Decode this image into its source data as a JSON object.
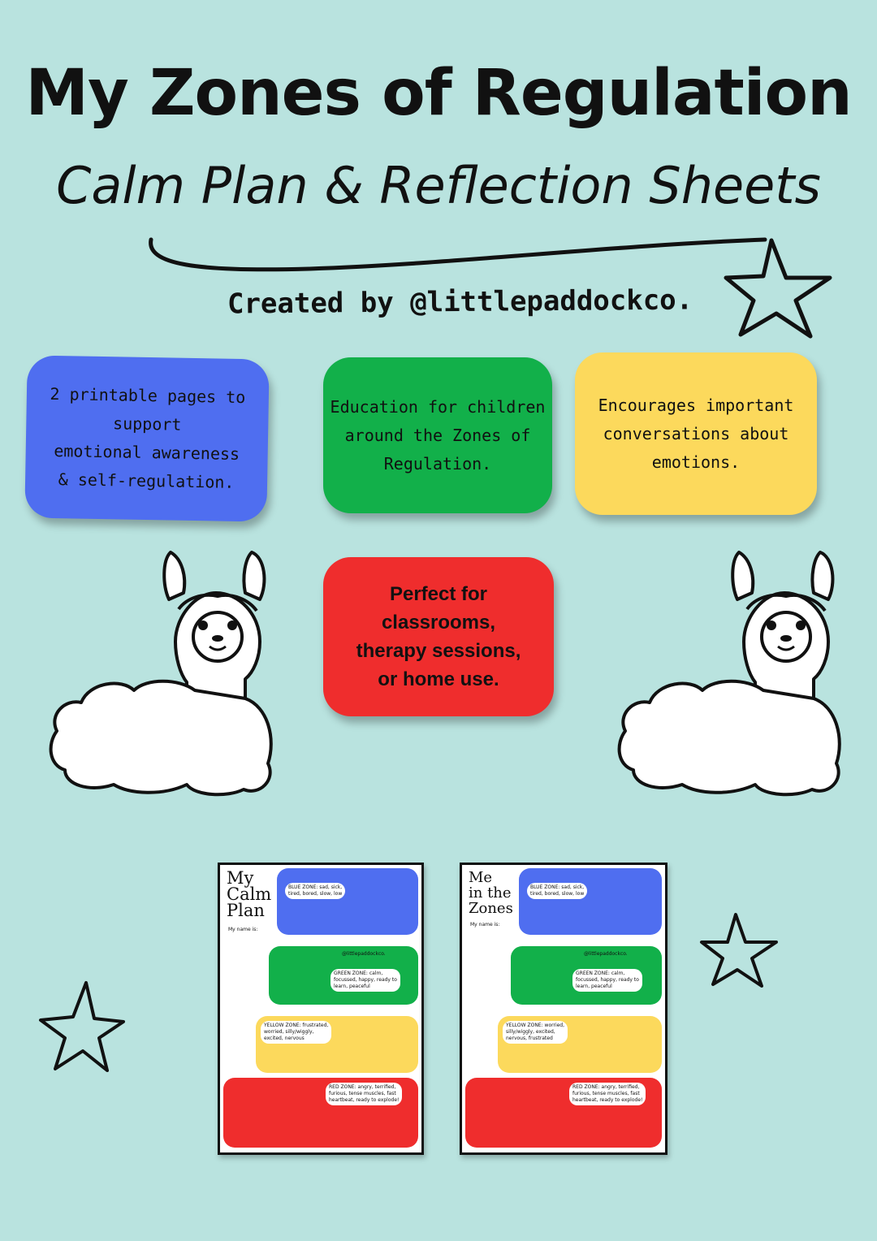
{
  "title": "My Zones of Regulation",
  "subtitle": "Calm Plan & Reflection Sheets",
  "credit": "Created by @littlepaddockco.",
  "cards": {
    "blue": "2 printable pages to support\nemotional  awareness\n& self-regulation.",
    "green": "Education for children\naround the Zones of\nRegulation.",
    "yellow": "Encourages important\nconversations about\nemotions.",
    "red": "Perfect for\nclassrooms,\ntherapy sessions,\nor home use."
  },
  "colors": {
    "background": "#b9e3df",
    "blue": "#4f6ef0",
    "green": "#12b04a",
    "yellow": "#fcd95c",
    "red": "#ef2d2d"
  },
  "previews": {
    "calm_plan": {
      "title": "My\nCalm\nPlan",
      "name_label": "My name is:",
      "blue_zone": "BLUE ZONE: sad, sick,\ntired, bored, slow, low",
      "green_zone": "GREEN ZONE: calm,\nfocussed, happy, ready to\nlearn, peaceful",
      "yellow_zone": "YELLOW ZONE: frustrated,\nworried, silly/wiggly,\nexcited, nervous",
      "red_zone": "RED ZONE: angry, terrified,\nfurious, tense muscles, fast\nheartbeat, ready to explode!",
      "handle": "@littlepaddockco."
    },
    "me_in_zones": {
      "title": "Me\nin the\nZones",
      "name_label": "My name is:",
      "blue_zone": "BLUE ZONE: sad, sick,\ntired, bored, slow, low",
      "green_zone": "GREEN ZONE: calm,\nfocussed, happy, ready to\nlearn, peaceful",
      "yellow_zone": "YELLOW ZONE: worried,\nsilly/wiggly, excited,\nnervous, frustrated",
      "red_zone": "RED ZONE: angry, terrified,\nfurious, tense muscles, fast\nheartbeat, ready to explode!",
      "handle": "@littlepaddockco."
    }
  },
  "icons": [
    "star-icon",
    "llama-icon"
  ]
}
